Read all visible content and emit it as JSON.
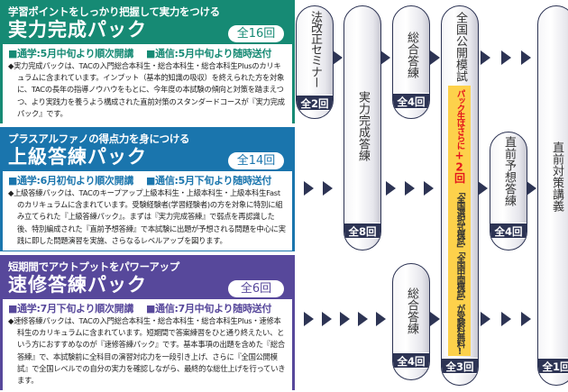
{
  "packs": [
    {
      "subtitle": "学習ポイントをしっかり把握して実力をつける",
      "title": "実力完成パック",
      "count": "全16回",
      "schedule_class": "■通学:5月中旬より順次開講",
      "schedule_mail": "■通信:5月中旬より随時送付",
      "description": "◆実力完成パックは、TACの入門総合本科生・総合本科生・総合本科生Plusのカリキュラムに含まれています。インプット（基本的知識の吸収）を終えられた方を対象に、TACの長年の指導ノウハウをもとに、今年度の本試験の傾向と対策を踏まえつつ、より実践力を養うよう構成された直前対策のスタンダードコースが『実力完成パック』です。",
      "color": "#168a74"
    },
    {
      "subtitle": "プラスアルファノの得点力を身につける",
      "title": "上級答練パック",
      "count": "全14回",
      "schedule_class": "■通学:6月初旬より順次開講",
      "schedule_mail": "■通信:5月下旬より随時送付",
      "description": "◆上級答練パックは、TACのキープアップ上級本科生・上級本科生・上級本科生Fastのカリキュラムに含まれています。受験経験者(学習経験者)の方を対象に特別に組み立てられた『上級答練パック』。まずは『実力完成答練』で弱点を再認識した後、特別編成された『直前予想答練』で本試験に出題が予想される問題を中心に実践に即した問題演習を実施、さらなるレベルアップを図ります。",
      "color": "#1a75ad"
    },
    {
      "subtitle": "短期間でアウトプットをパワーアップ",
      "title": "速修答練パック",
      "count": "全6回",
      "schedule_class": "■通学:7月下旬より順次開講",
      "schedule_mail": "■通信:7月中旬より随時送付",
      "description": "◆速修答練パックは、TACの入門総合本科生・総合本科生・総合本科生Plus・速修本科生のカリキュラムに含まれています。短期間で答案練習をひと通り終えたい、という方におすすめなのが『速修答練パック』です。基本事項の出題を含めた『総合答練』で、本試験前に全科目の演習対応力を一段引き上げ、さらに『全国公開模試』で全国レベルでの自分の実力を確認しながら、最終的な総仕上げを行っていきます。",
      "color": "#57489b"
    }
  ],
  "flow": {
    "seminar": {
      "label": "法改正セミナー",
      "count": "全2回"
    },
    "jitsuryoku": {
      "label": "実力完成答練",
      "count": "全8回"
    },
    "sogo_top": {
      "label": "総合答練",
      "count": "全4回"
    },
    "sogo_bottom": {
      "label": "総合答練",
      "count": "全4回"
    },
    "mogi": {
      "label": "全国公開模試",
      "count": "全3回",
      "banner_red": "パック生はさらに",
      "banner_red_emph": "+2回",
      "banner_dark": "「全国選択式模試」「全国中間模試」が受験料無料!"
    },
    "yoso": {
      "label": "直前予想答練",
      "count": "全4回"
    },
    "taisaku": {
      "label": "直前対策講義",
      "count": "全1回"
    }
  },
  "colors": {
    "navy": "#2d3454",
    "yellow": "#fdd14b",
    "red": "#e4161c"
  }
}
